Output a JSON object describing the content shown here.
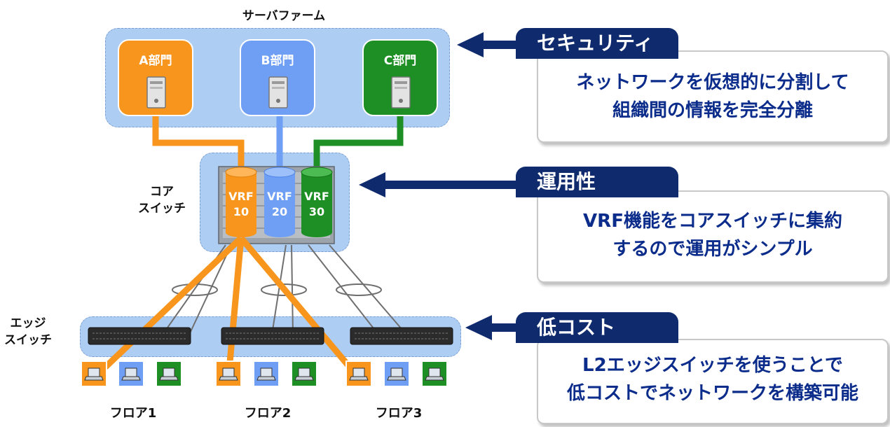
{
  "diagram": {
    "server_farm_label": "サーバファーム",
    "departments": [
      {
        "label": "A部門",
        "color": "#f7951d"
      },
      {
        "label": "B部門",
        "color": "#6f9ff5"
      },
      {
        "label": "C部門",
        "color": "#1e8f24"
      }
    ],
    "core_label_line1": "コア",
    "core_label_line2": "スイッチ",
    "vrfs": [
      {
        "line1": "VRF",
        "line2": "10"
      },
      {
        "line1": "VRF",
        "line2": "20"
      },
      {
        "line1": "VRF",
        "line2": "30"
      }
    ],
    "edge_label_line1": "エッジ",
    "edge_label_line2": "スイッチ",
    "floors": [
      "フロア1",
      "フロア2",
      "フロア3"
    ]
  },
  "benefits": [
    {
      "title": "セキュリティ",
      "line1": "ネットワークを仮想的に分割して",
      "line2": "組織間の情報を完全分離"
    },
    {
      "title": "運用性",
      "line1": "VRF機能をコアスイッチに集約",
      "line2": "するので運用がシンプル"
    },
    {
      "title": "低コスト",
      "line1": "L2エッジスイッチを使うことで",
      "line2": "低コストでネットワークを構築可能"
    }
  ],
  "colors": {
    "orange": "#f7951d",
    "blue": "#6f9ff5",
    "green": "#1e8f24",
    "navy": "#0f2a6d",
    "text_blue": "#0b2c8a",
    "region": "#aecdf3"
  }
}
